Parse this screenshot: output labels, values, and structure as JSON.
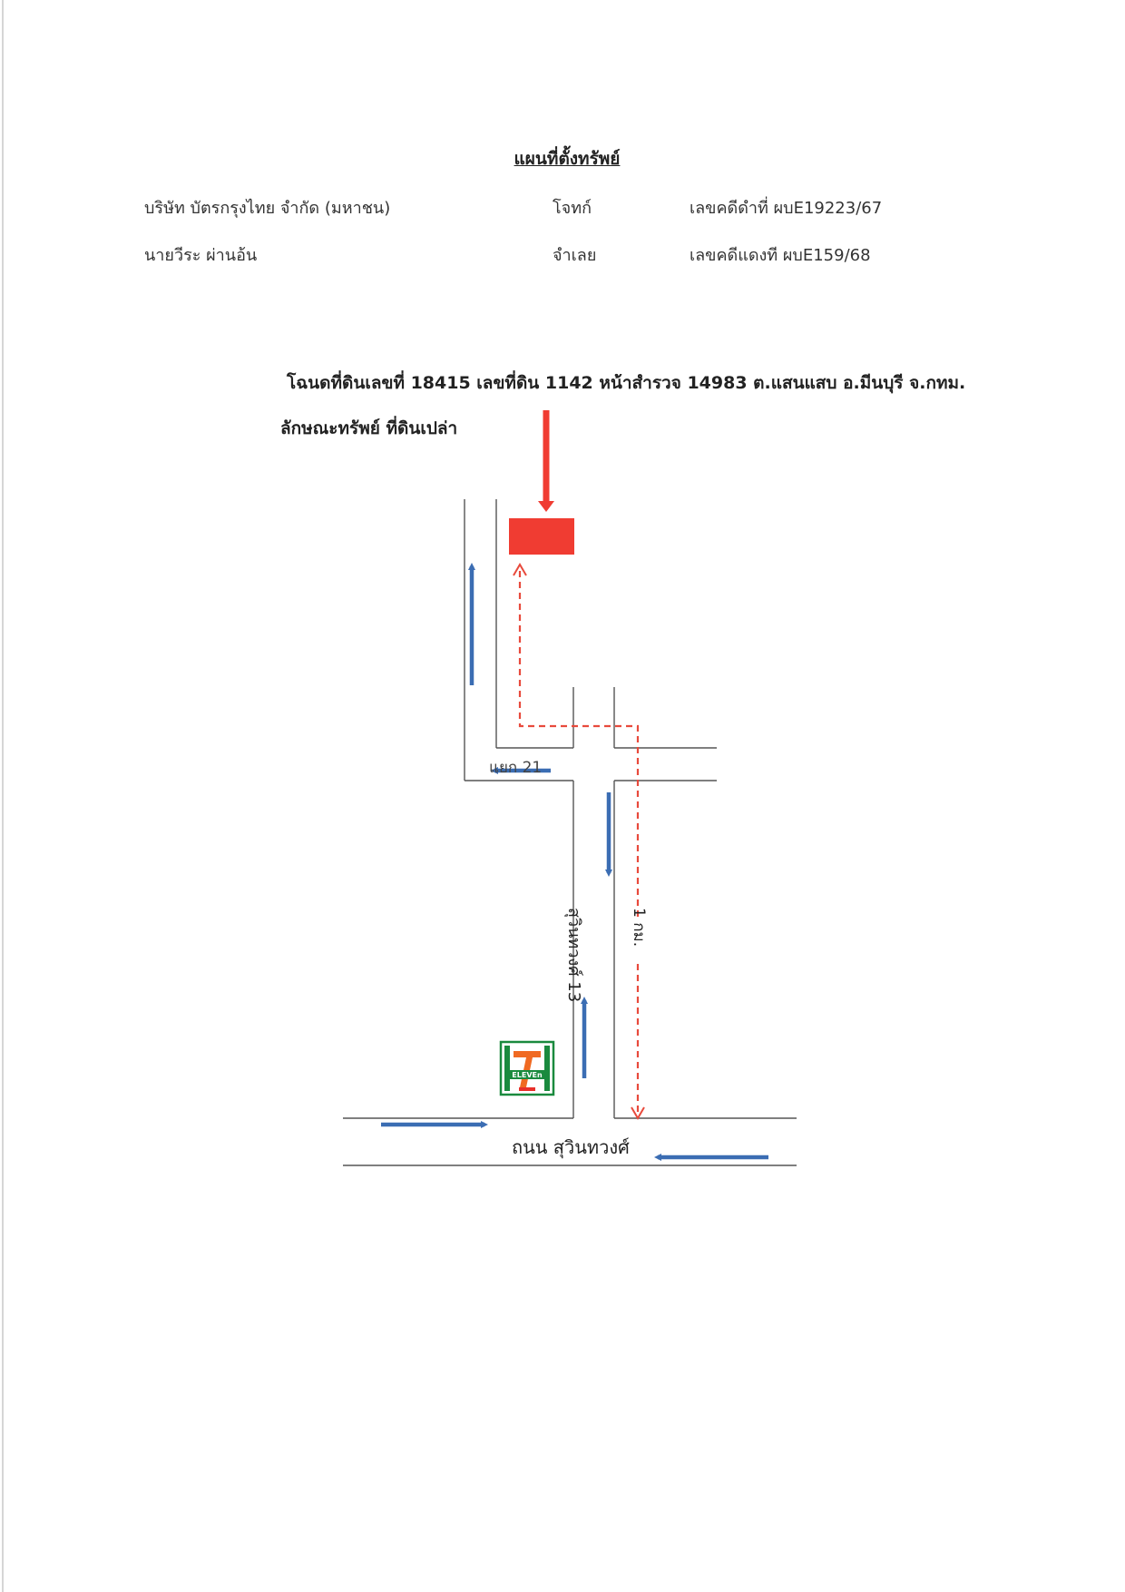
{
  "header": {
    "title": "แผนที่ตั้งทรัพย์",
    "plaintiff": {
      "name": "บริษัท บัตรกรุงไทย จำกัด (มหาชน)",
      "role": "โจทก์",
      "case_no": "เลขคดีดำที่ ผบE19223/67"
    },
    "defendant": {
      "name": "นายวีระ ผ่านอ้น",
      "role": "จำเลย",
      "case_no": "เลขคดีแดงที ผบE159/68"
    }
  },
  "property": {
    "deed_line": "โฉนดที่ดินเลขที่ 18415 เลขที่ดิน 1142 หน้าสำรวจ 14983  ต.แสนแสบ  อ.มีนบุรี  จ.กทม.",
    "type_line": "ลักษณะทรัพย์  ที่ดินเปล่า"
  },
  "map": {
    "soi_label": "แยก 21",
    "street_label": "สุวินทวงศ์ 13",
    "distance_label": "1 กม.",
    "main_road_label": "ถนน สุวินทวงศ์",
    "landmark_icon": "seven-eleven-logo-icon",
    "landmark_text": "ELEVEn",
    "colors": {
      "target": "#f03c32",
      "arrow_blue": "#3b6db3",
      "route": "#e84a3c",
      "road": "#555555",
      "logo_green": "#1a8a3e",
      "logo_orange": "#f06a22"
    }
  }
}
